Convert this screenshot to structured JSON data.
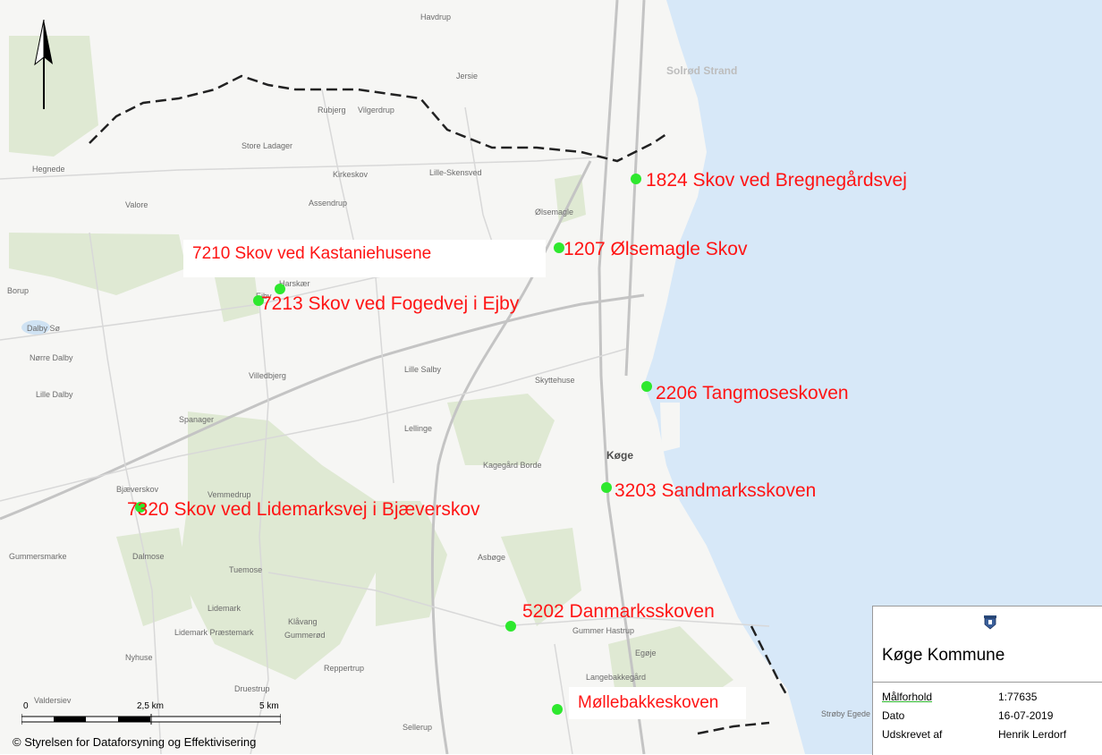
{
  "map_labels": [
    {
      "text": "1824 Skov ved Bregnegårdsvej"
    },
    {
      "text": "7210 Skov ved Kastaniehusene"
    },
    {
      "text": "1207 Ølsemagle Skov"
    },
    {
      "text": "7213 Skov ved Fogedvej i Ejby"
    },
    {
      "text": "2206 Tangmoseskoven"
    },
    {
      "text": "3203 Sandmarksskoven"
    },
    {
      "text": "7320 Skov ved Lidemarksvej i Bjæverskov"
    },
    {
      "text": "5202 Danmarksskoven"
    },
    {
      "text": "Møllebakkeskoven"
    }
  ],
  "place_names": [
    {
      "text": "Havdrup"
    },
    {
      "text": "Solrød Strand"
    },
    {
      "text": "Jersie"
    },
    {
      "text": "Lille-Skensved"
    },
    {
      "text": "Store Ladager"
    },
    {
      "text": "Kirkeskov"
    },
    {
      "text": "Assendrup"
    },
    {
      "text": "Ølsemagle"
    },
    {
      "text": "Borup"
    },
    {
      "text": "Nørre Dalby"
    },
    {
      "text": "Dalby Sø"
    },
    {
      "text": "Villedbjerg"
    },
    {
      "text": "Lille Salby"
    },
    {
      "text": "Skyttehuse"
    },
    {
      "text": "Lellinge"
    },
    {
      "text": "Kagegård Borde"
    },
    {
      "text": "Køge"
    },
    {
      "text": "Bjæverskov"
    },
    {
      "text": "Vemmedrup"
    },
    {
      "text": "Spanager"
    },
    {
      "text": "Lille Dalby"
    },
    {
      "text": "Gummersmarke"
    },
    {
      "text": "Dalmose"
    },
    {
      "text": "Tuemose"
    },
    {
      "text": "Lidemark"
    },
    {
      "text": "Lidemark Præstemark"
    },
    {
      "text": "Klåvang"
    },
    {
      "text": "Gummerød"
    },
    {
      "text": "Asbøge"
    },
    {
      "text": "Gummer Hastrup"
    },
    {
      "text": "Egøje"
    },
    {
      "text": "Langebakkegård"
    },
    {
      "text": "Nyhuse"
    },
    {
      "text": "Reppertrup"
    },
    {
      "text": "Druestrup"
    },
    {
      "text": "Valdersiev"
    },
    {
      "text": "Sellerup"
    },
    {
      "text": "Hegnede"
    },
    {
      "text": "Valore"
    },
    {
      "text": "Rubjerg"
    },
    {
      "text": "Vilgerdrup"
    },
    {
      "text": "Ejby"
    },
    {
      "text": "Harskær"
    },
    {
      "text": "Strøby Egede"
    }
  ],
  "scale": {
    "ticks": [
      "0",
      "2,5 km",
      "5 km"
    ]
  },
  "credit": "© Styrelsen for Dataforsyning og Effektivisering",
  "title_box": {
    "municipality": "Køge Kommune",
    "rows": [
      {
        "key": "Målforhold",
        "value": "1:77635"
      },
      {
        "key": "Dato",
        "value": "16-07-2019"
      },
      {
        "key": "Udskrevet af",
        "value": "Henrik Lerdorf"
      }
    ]
  },
  "colors": {
    "sea": "#d7e8f8",
    "land": "#f6f6f4",
    "forest": "#dfe9d3",
    "label": "#ff1414",
    "marker": "#2ee82e",
    "boundary": "#222222"
  },
  "icons": [
    "north-arrow-icon",
    "municipality-crest-icon"
  ]
}
